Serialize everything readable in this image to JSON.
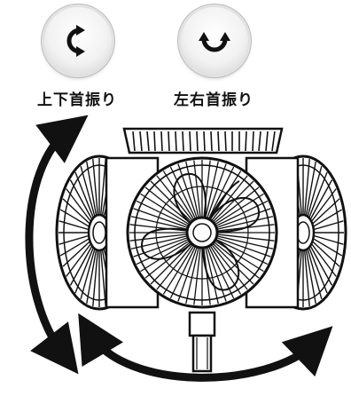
{
  "buttons": [
    {
      "id": "vertical",
      "label": "上下首振り",
      "icon": "vertical-swing-icon"
    },
    {
      "id": "horizontal",
      "label": "左右首振り",
      "icon": "horizontal-swing-icon"
    }
  ],
  "illustration": {
    "subject": "fan-head-oscillation-icon"
  },
  "colors": {
    "ink": "#111111",
    "button_face": "#f2f2f2",
    "button_rim": "#bdbdbd"
  }
}
